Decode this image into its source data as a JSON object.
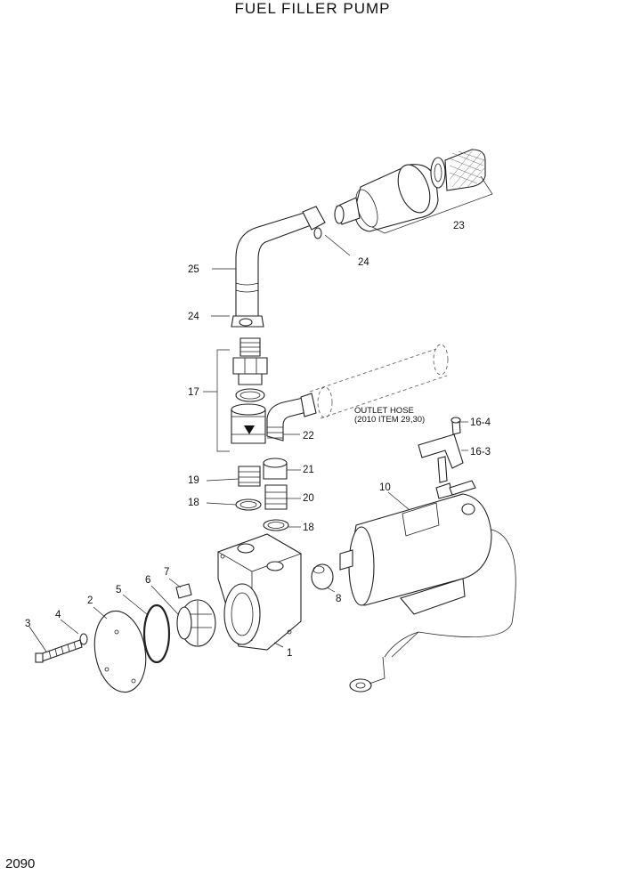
{
  "title": "FUEL FILLER PUMP",
  "page_number": "2090",
  "outlet_note": [
    "OUTLET HOSE",
    "(2010 ITEM 29,30)"
  ],
  "labels": {
    "p1": "1",
    "p2": "2",
    "p3": "3",
    "p4": "4",
    "p5": "5",
    "p6": "6",
    "p7": "7",
    "p8": "8",
    "p10": "10",
    "p16_3": "16-3",
    "p16_4": "16-4",
    "p17": "17",
    "p18a": "18",
    "p18b": "18",
    "p19": "19",
    "p20": "20",
    "p21": "21",
    "p22": "22",
    "p23": "23",
    "p24a": "24",
    "p24b": "24",
    "p25": "25"
  }
}
